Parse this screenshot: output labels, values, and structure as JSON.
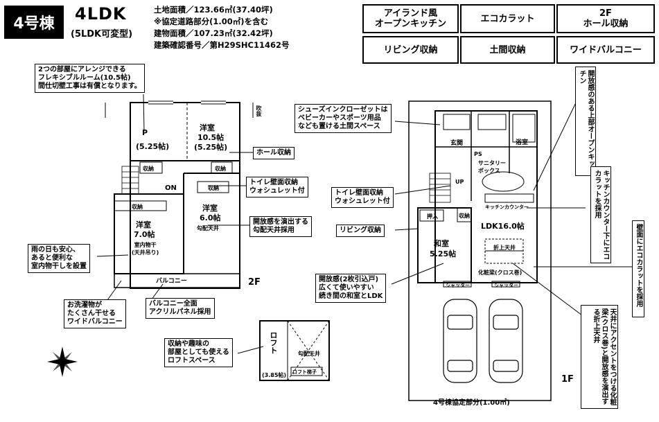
{
  "header": {
    "unit": "4号棟",
    "layout": "4LDK",
    "layout_note": "(5LDK可変型)",
    "specs": [
      "土地面積／123.66㎡(37.40坪)",
      "※協定道路部分(1.00㎡)を含む",
      "建物面積／107.23㎡(32.42坪)",
      "建築確認番号／第H29SHC11462号"
    ]
  },
  "features": [
    "アイランド風\nオープンキッチン",
    "エコカラット",
    "2F\nホール収納",
    "リビング収納",
    "土間収納",
    "ワイドバルコニー"
  ],
  "callouts": {
    "flex_room": "2つの部屋にアレンジできる\nフレキシブルルーム(10.5帖)\n間仕切壁工事は有償となります。",
    "hall_storage": "ホール収納",
    "toilet2": "トイレ壁面収納\nウォシュレット付",
    "ceiling": "開放感を演出する\n勾配天井採用",
    "rain": "雨の日も安心、\nあると便利な\n室内物干しを設置",
    "balcony_wide": "お洗濯物が\nたくさん干せる\nワイドバルコニー",
    "balcony_panel": "バルコニー全面\nアクリルパネル採用",
    "loft": "収納や趣味の\n部屋としても使える\nロフトスペース",
    "shoes": "シューズインクローゼットは\nベビーカーやスポーツ用品\nなども置ける土間スペース",
    "toilet1": "トイレ壁面収納\nウォシュレット付",
    "living": "リビング収納",
    "washitsu": "開放感(2枚引込戸)\n広くて使いやすい\n続き間の和室とLDK",
    "v_open_kitchen": "開放感のある上部オープンキッチン",
    "v_counter": "キッチンカウンター下にエコカラットを採用",
    "v_wall": "壁面にエコカラットを採用",
    "v_ceiling": "天井にアクセントをつける化粧梁(クロス巻)と開放感を演出する折上天井"
  },
  "floor2": {
    "label": "2F",
    "room_a": "P",
    "room_a_size": "(5.25帖)",
    "room_b": "洋室",
    "room_b_size": "10.5帖",
    "room_b_sub": "(5.25帖)",
    "room_c": "洋室",
    "room_c_size": "6.0帖",
    "room_c_note": "勾配天井",
    "room_d": "洋室",
    "room_d_size": "7.0帖",
    "room_d_note": "室内物干\n(天井吊り)",
    "storage1": "収納",
    "storage2": "収納",
    "storage3": "収納",
    "storage4": "収納",
    "balcony": "バルコニー",
    "toilet": "ON",
    "side_note": "吹抜"
  },
  "floor1": {
    "label": "1F",
    "entrance": "玄関",
    "bath": "浴室",
    "toilet": "PS",
    "washroom": "サニタリー\nボックス",
    "kitchen": "キッチンカウンター",
    "ldk": "LDK16.0帖",
    "washitsu": "和室",
    "washitsu_size": "5.25帖",
    "oshiire": "押入",
    "storage": "収納",
    "shutter1": "シャッター",
    "shutter2": "シャッター",
    "up": "UP",
    "beam": "化粧梁(クロス巻)",
    "ceiling": "折上天井"
  },
  "loft": {
    "label": "ロフト",
    "size": "(3.85帖)",
    "note": "勾配天井",
    "ladder": "ロフト梯子"
  },
  "agreement": "4号棟協定部分(1.00㎡)"
}
